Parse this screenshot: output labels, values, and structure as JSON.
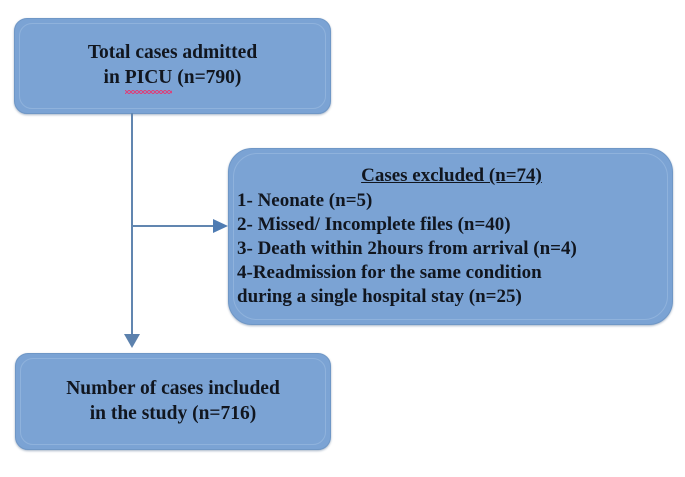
{
  "diagram": {
    "title": "PICU case selection flowchart",
    "colors": {
      "box_fill": "#7ba3d4",
      "box_border": "#6f97c6",
      "inner_border": "#8fb2dc",
      "connector": "#6186b0",
      "text": "#11161f",
      "spellcheck_underline": "#d6457f",
      "background": "#ffffff"
    },
    "nodes": {
      "total": {
        "line1": "Total cases admitted",
        "line2_prefix": "in ",
        "line2_flagged": "PICU",
        "line2_suffix": " (n=790)"
      },
      "excluded": {
        "title": "Cases excluded (n=74)",
        "items": [
          "1- Neonate (n=5)",
          "2- Missed/ Incomplete files (n=40)",
          "3- Death within 2hours from arrival (n=4)",
          "4-Readmission for the same condition",
          "during a single hospital stay (n=25)"
        ]
      },
      "included": {
        "line1": "Number of cases included",
        "line2": "in the study (n=716)"
      }
    },
    "connectors": [
      {
        "name": "total-to-included",
        "type": "vertical-arrow",
        "direction": "down"
      },
      {
        "name": "total-to-excluded",
        "type": "horizontal-arrow",
        "direction": "right"
      }
    ]
  }
}
